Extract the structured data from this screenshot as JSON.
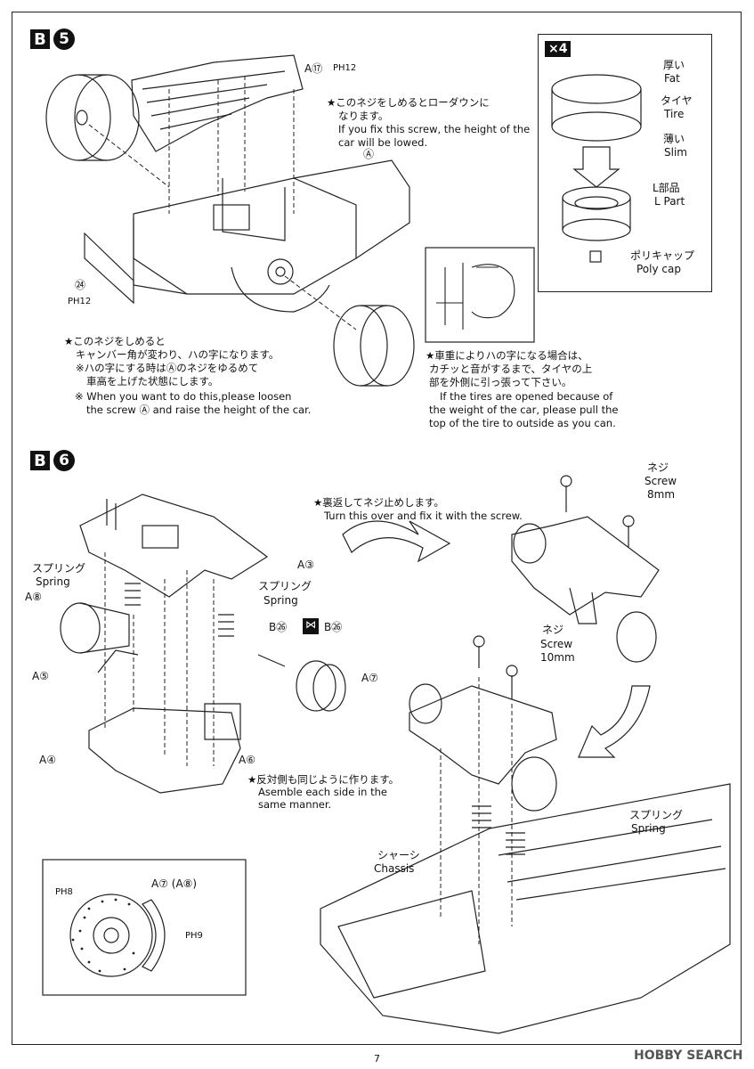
{
  "steps": {
    "b5": {
      "letter": "B",
      "num": "5"
    },
    "b6": {
      "letter": "B",
      "num": "6"
    }
  },
  "b5": {
    "part_a17": "A⑰",
    "part_ph12_top": "PH12",
    "lower_jp_1": "★このネジをしめるとローダウンに",
    "lower_jp_2": "なります。",
    "lower_en_1": "If you fix this screw, the height of the",
    "lower_en_2": "car will be lowed.",
    "part_a_circle": "Ⓐ",
    "part_24": "㉔",
    "part_ph12_left": "PH12",
    "camber_jp_1": "★このネジをしめると",
    "camber_jp_2": "キャンバー角が変わり、ハの字になります。",
    "camber_jp_3": "※ハの字にする時はⒶのネジをゆるめて",
    "camber_jp_4": "車高を上げた状態にします。",
    "camber_en_1": "※ When you want to do this,please loosen",
    "camber_en_2": "the screw Ⓐ and raise the height of the car.",
    "tire_jp_1": "★車重によりハの字になる場合は、",
    "tire_jp_2": "カチッと音がするまで、タイヤの上",
    "tire_jp_3": "部を外側に引っ張って下さい。",
    "tire_en_1": "If the tires are opened because of",
    "tire_en_2": "the weight of the car, please pull the",
    "tire_en_3": "top of the tire to outside as you can."
  },
  "tire_box": {
    "x4": "×4",
    "fat_jp": "厚い",
    "fat_en": "Fat",
    "tire_jp": "タイヤ",
    "tire_en": "Tire",
    "slim_jp": "薄い",
    "slim_en": "Slim",
    "lpart_jp": "L部品",
    "lpart_en": "L Part",
    "polycap_jp": "ポリキャップ",
    "polycap_en": "Poly cap"
  },
  "b6": {
    "spring_left_jp": "スプリング",
    "spring_left_en": "Spring",
    "part_a8": "A⑧",
    "part_a3": "A③",
    "spring_mid_jp": "スプリング",
    "spring_mid_en": "Spring",
    "part_a5": "A⑤",
    "part_b26_left": "B㉖",
    "part_b26_right": "B㉖",
    "part_a7": "A⑦",
    "part_a4": "A④",
    "part_a6": "A⑥",
    "same_jp": "★反対側も同じように作ります。",
    "same_en_1": "Asemble each side in the",
    "same_en_2": "same manner.",
    "turn_jp": "★裏返してネジ止めします。",
    "turn_en": "Turn this over and fix it with the screw.",
    "screw8_jp": "ネジ",
    "screw8_en": "Screw",
    "screw8_len": "8mm",
    "screw10_jp": "ネジ",
    "screw10_en": "Screw",
    "screw10_len": "10mm",
    "spring_right_jp": "スプリング",
    "spring_right_en": "Spring",
    "chassis_jp": "シャーシ",
    "chassis_en": "Chassis"
  },
  "detail_box": {
    "part_a7_a8": "A⑦ (A⑧)",
    "ph8": "PH8",
    "ph9": "PH9"
  },
  "footer": {
    "page": "7",
    "watermark": "HOBBY SEARCH"
  }
}
